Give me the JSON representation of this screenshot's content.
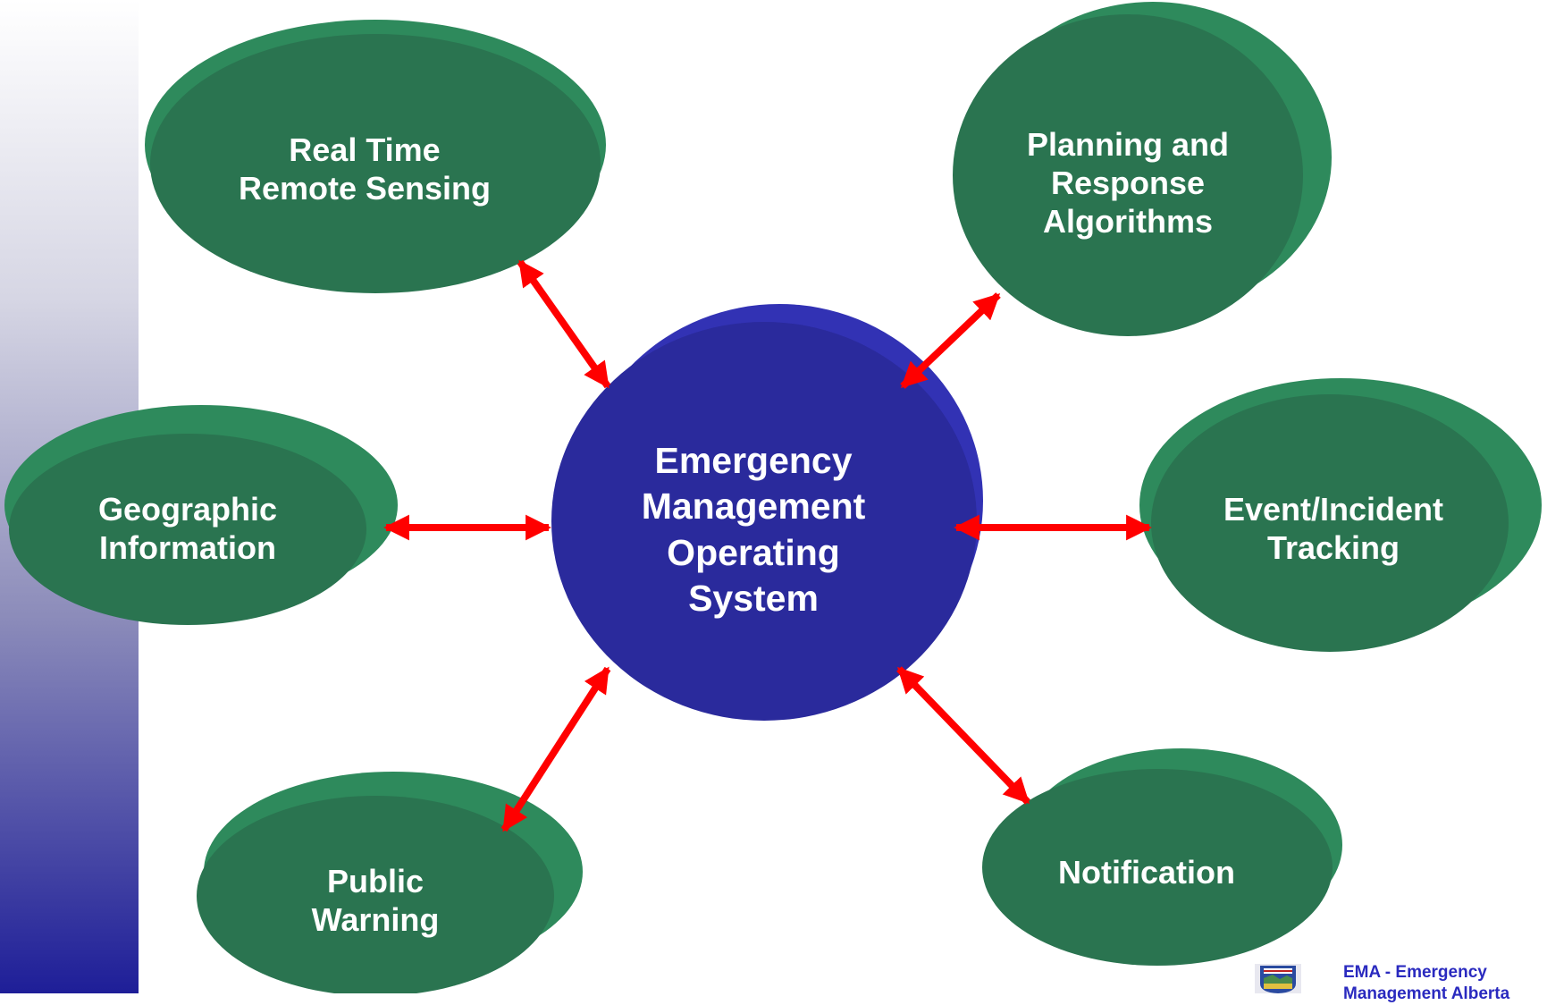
{
  "nodes": {
    "center": {
      "lines": [
        "Emergency",
        "Management",
        "Operating",
        "System"
      ]
    },
    "remote_sensing": {
      "lines": [
        "Real Time",
        "Remote Sensing"
      ]
    },
    "planning": {
      "lines": [
        "Planning and",
        "Response",
        "Algorithms"
      ]
    },
    "geographic": {
      "lines": [
        "Geographic",
        "Information"
      ]
    },
    "event_tracking": {
      "lines": [
        "Event/Incident",
        "Tracking"
      ]
    },
    "public_warning": {
      "lines": [
        "Public",
        "Warning"
      ]
    },
    "notification": {
      "lines": [
        "Notification"
      ]
    }
  },
  "footer": {
    "lines": [
      "EMA - Emergency",
      "Management Alberta"
    ]
  },
  "colors": {
    "node_green": "#2a7450",
    "node_green_shade": "#2e8a5c",
    "center_blue": "#2a2a9c",
    "center_blue_shade": "#3232b4",
    "arrow_red": "#ff0000",
    "footer_text": "#2a2abf"
  },
  "icons": {
    "crest": "alberta-crest-icon"
  }
}
